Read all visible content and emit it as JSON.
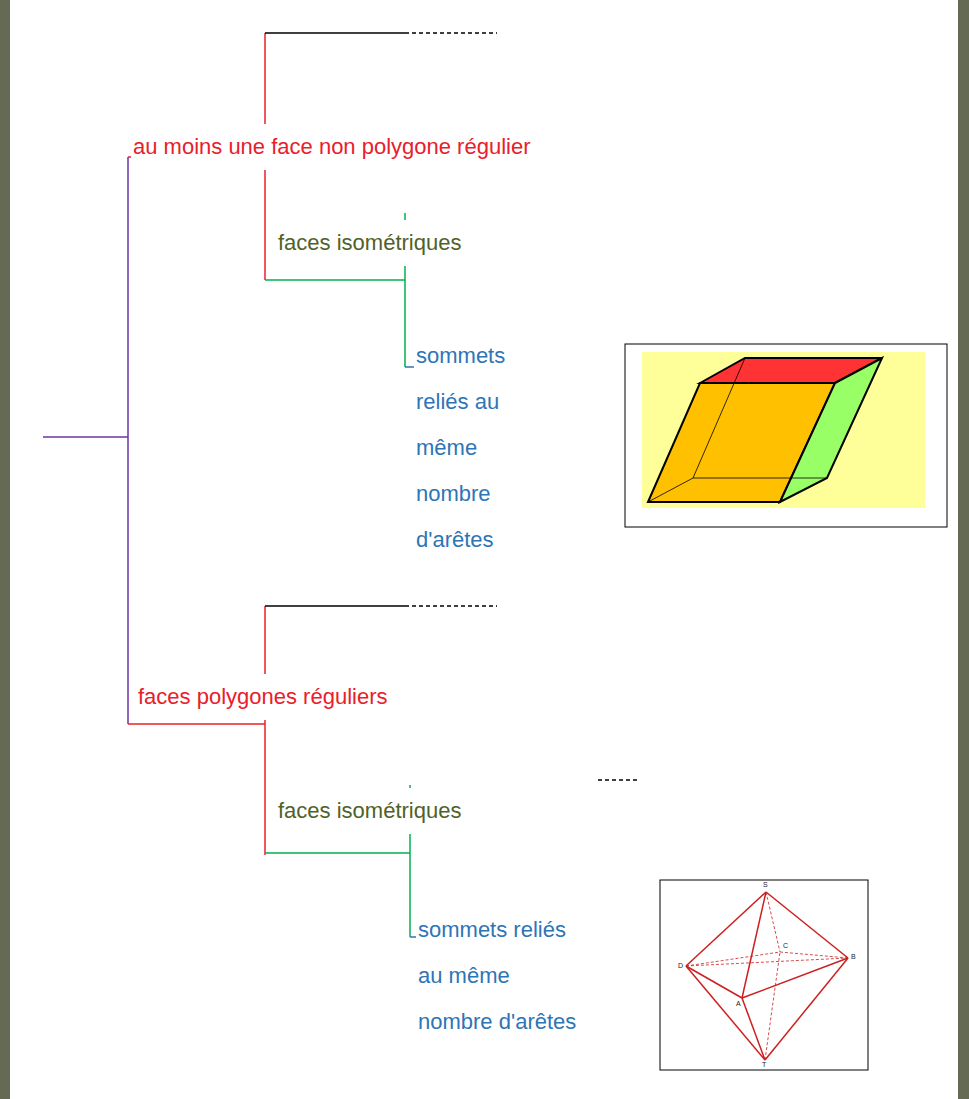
{
  "diagram": {
    "labels": [
      "au moins une face non polygone régulier",
      "faces isométriques",
      "sommets reliés au même nombre d'arêtes",
      "faces polygones réguliers",
      "faces isométriques",
      "sommets reliés au même nombre d'arêtes",
      "S",
      "C",
      "D",
      "B",
      "A",
      "T"
    ]
  }
}
